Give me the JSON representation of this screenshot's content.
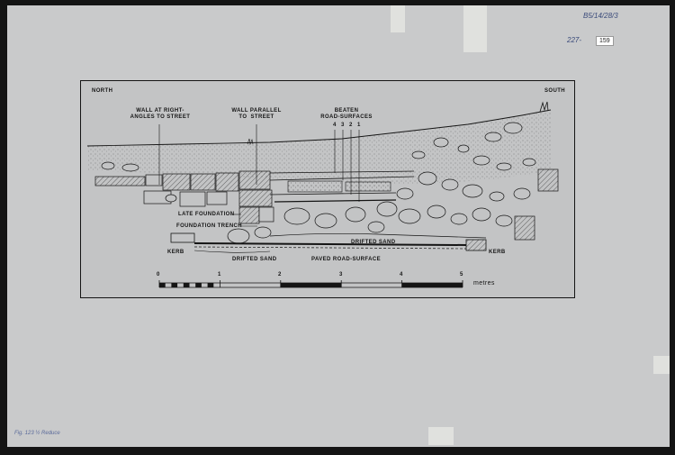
{
  "sheet": {
    "ref_top": "B5/14/28/3",
    "ref_number": "227-",
    "tag_number": "159",
    "footer_note": "Fig. 123 ½ Reduce"
  },
  "drawing": {
    "north": "NORTH",
    "south": "SOUTH",
    "wall_right_angles": "WALL AT RIGHT-\nANGLES TO STREET",
    "wall_parallel": "WALL PARALLEL\nTO  STREET",
    "beaten_road": "BEATEN\nROAD-SURFACES",
    "road_numbers": [
      "4",
      "3",
      "2",
      "1"
    ],
    "late_foundation": "LATE FOUNDATION",
    "foundation_trench": "FOUNDATION TRENCH",
    "drifted_sand_upper": "DRIFTED SAND",
    "drifted_sand_lower": "DRIFTED SAND",
    "kerb_left": "KERB",
    "kerb_right": "KERB",
    "paved_road": "PAVED ROAD-SURFACE"
  },
  "scale": {
    "ticks": [
      "0",
      "1",
      "2",
      "3",
      "4",
      "5"
    ],
    "unit": "metres"
  }
}
